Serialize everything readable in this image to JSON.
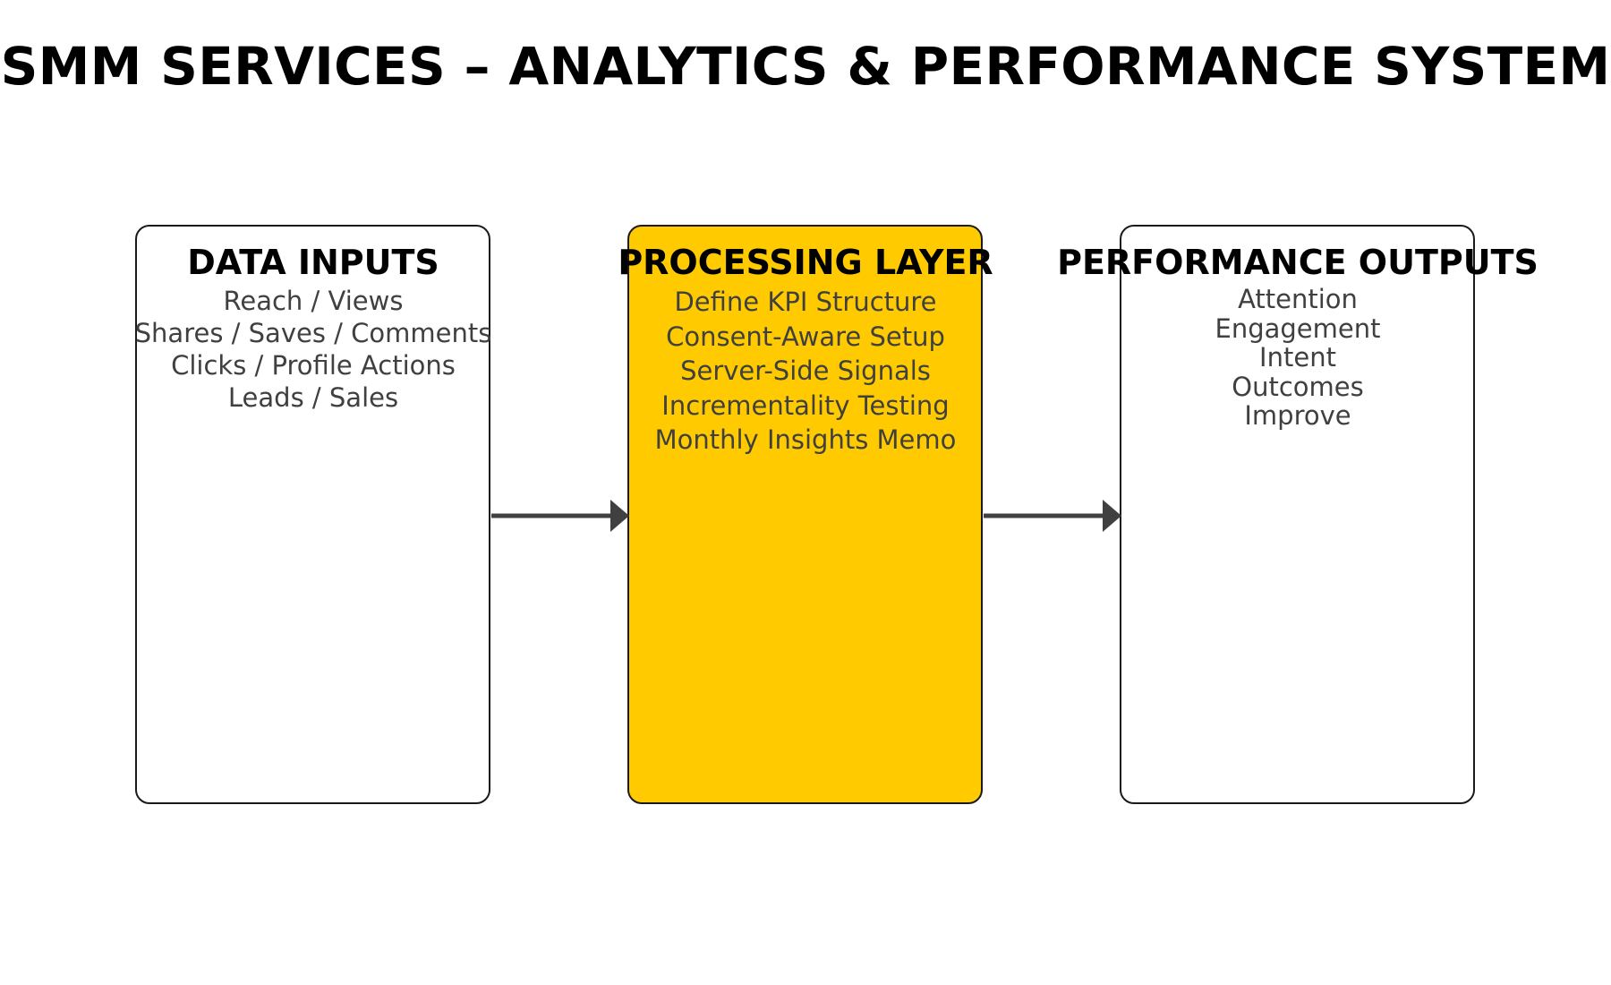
{
  "title": "SMM SERVICES – ANALYTICS & PERFORMANCE SYSTEM",
  "colors": {
    "processing_fill": "#FFCB00",
    "box_fill": "#FFFFFF",
    "border": "#1A1A1A",
    "arrow": "#404040",
    "item_text": "#404040"
  },
  "boxes": {
    "inputs": {
      "heading": "DATA INPUTS",
      "items": [
        "Reach / Views",
        "Shares / Saves / Comments",
        "Clicks / Profile Actions",
        "Leads / Sales"
      ]
    },
    "processing": {
      "heading": "PROCESSING LAYER",
      "items": [
        "Define KPI Structure",
        "Consent-Aware Setup",
        "Server-Side Signals",
        "Incrementality Testing",
        "Monthly Insights Memo"
      ]
    },
    "outputs": {
      "heading": "PERFORMANCE OUTPUTS",
      "items": [
        "Attention",
        "Engagement",
        "Intent",
        "Outcomes",
        "Improve"
      ]
    }
  },
  "connectors": [
    {
      "from": "DATA INPUTS",
      "to": "PROCESSING LAYER"
    },
    {
      "from": "PROCESSING LAYER",
      "to": "PERFORMANCE OUTPUTS"
    }
  ]
}
